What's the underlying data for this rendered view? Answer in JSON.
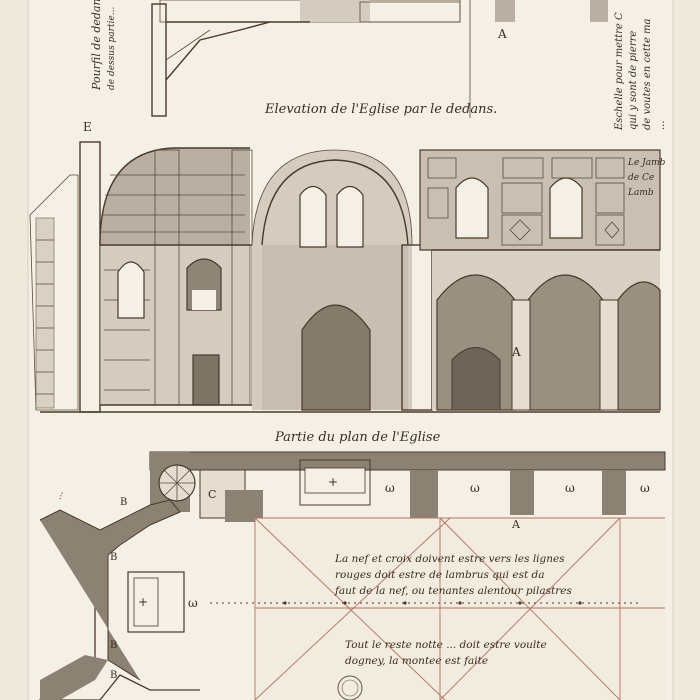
{
  "sheet": {
    "paper_color": "#f3eee4",
    "ink_color": "#4a3a2a",
    "wash_color": "#b9b0a3",
    "guide_color": "#b4735e"
  },
  "captions": {
    "elevation_title": "Elevation de l'Eglise par le dedans.",
    "plan_title": "Partie du plan de l'Eglise",
    "left_margin_top": "Pourfil de dedans",
    "left_margin_top_2": "de dessus partie...",
    "right_margin_top": "Eschelle pour mettre C",
    "right_margin_top_2": "qui y sont de pierre",
    "right_margin_top_3": "de voutes en cette ma",
    "right_margin_top_4": "...",
    "right_elevation_1": "Le Jamb",
    "right_elevation_2": "de Ce",
    "right_elevation_3": "Lamb",
    "left_elevation_scribble": "..."
  },
  "plan_notes": {
    "note_1_line_1": "La nef et croix doivent estre vers les lignes",
    "note_1_line_2": "rouges doit estre de lambrus qui est da",
    "note_1_line_3": "faut de la nef, ou tenantes alentour pilastres",
    "note_2_line_1": "Tout le reste notte ... doit estre voulte",
    "note_2_line_2": "dogney, la montee est faite"
  },
  "markers": {
    "letter_a": "A",
    "letter_b": "B",
    "letter_c": "C",
    "letter_e": "E",
    "letter_w": "ω",
    "plus": "+"
  },
  "stamp": {
    "label": ""
  }
}
